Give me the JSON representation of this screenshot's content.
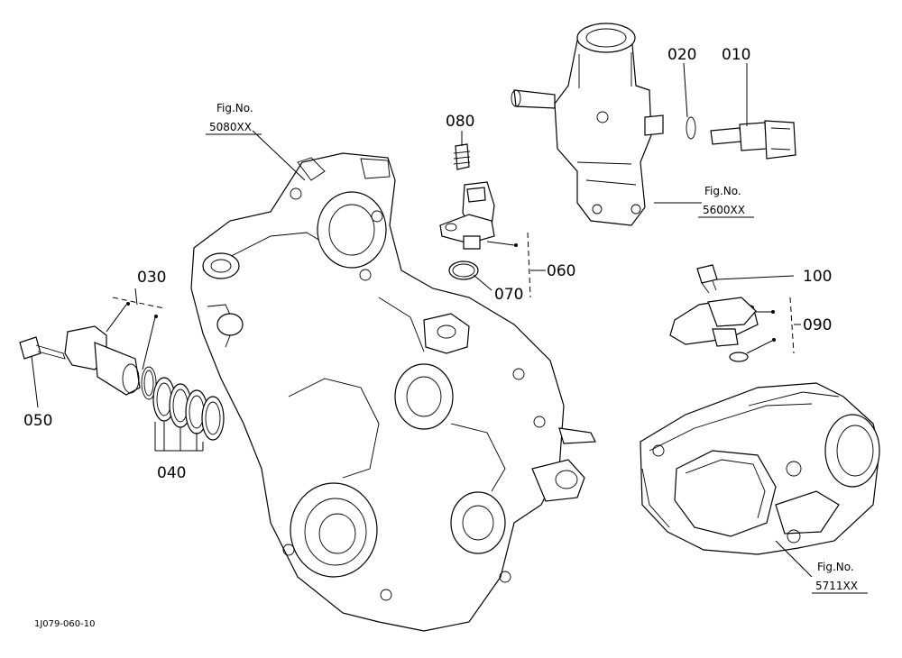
{
  "callouts": {
    "p010": "010",
    "p020": "020",
    "p030": "030",
    "p040": "040",
    "p050": "050",
    "p060": "060",
    "p070": "070",
    "p080": "080",
    "p090": "090",
    "p100": "100"
  },
  "figure_refs": {
    "ref_5080": {
      "label": "Fig.No.",
      "number": "5080XX"
    },
    "ref_5600": {
      "label": "Fig.No.",
      "number": "5600XX"
    },
    "ref_5711": {
      "label": "Fig.No.",
      "number": "5711XX"
    }
  },
  "drawing_code": "1J079-060-10"
}
